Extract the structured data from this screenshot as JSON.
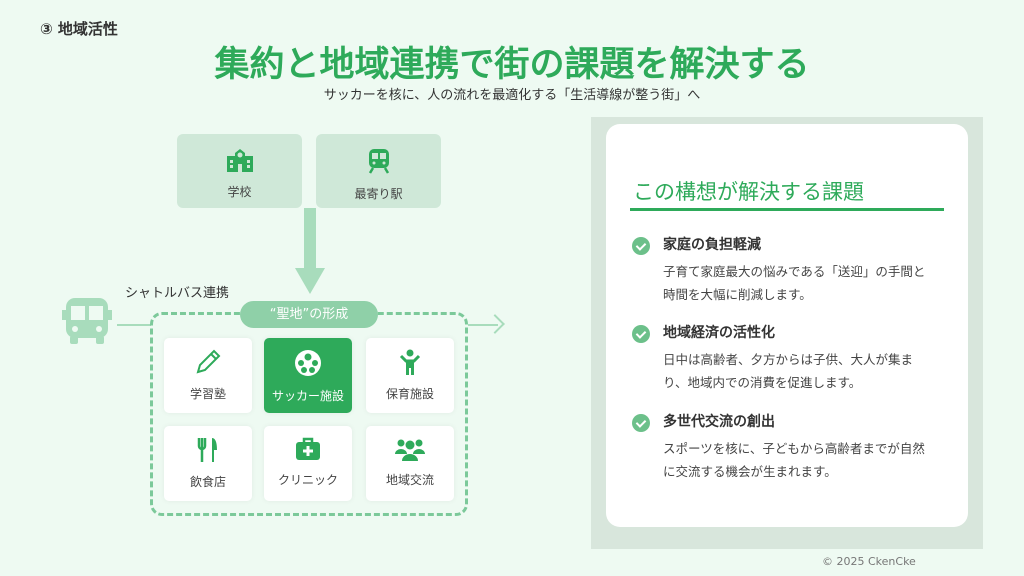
{
  "section": "③ 地域活性",
  "title": "集約と地域連携で街の課題を解決する",
  "subtitle": "サッカーを核に、人の流れを最適化する「生活導線が整う街」へ",
  "top_boxes": [
    {
      "label": "学校",
      "icon": "school-icon"
    },
    {
      "label": "最寄り駅",
      "icon": "train-icon"
    }
  ],
  "shuttle_label": "シャトルバス連携",
  "hub_label": "“聖地”の形成",
  "cells": [
    {
      "label": "学習塾",
      "icon": "pencil-icon"
    },
    {
      "label": "サッカー施設",
      "icon": "soccer-ball-icon",
      "highlight": true
    },
    {
      "label": "保育施設",
      "icon": "child-icon"
    },
    {
      "label": "飲食店",
      "icon": "utensils-icon"
    },
    {
      "label": "クリニック",
      "icon": "medical-kit-icon"
    },
    {
      "label": "地域交流",
      "icon": "people-group-icon"
    }
  ],
  "panel": {
    "title": "この構想が解決する課題",
    "items": [
      {
        "heading": "家庭の負担軽減",
        "body": "子育て家庭最大の悩みである「送迎」の手間と時間を大幅に削減します。"
      },
      {
        "heading": "地域経済の活性化",
        "body": "日中は高齢者、夕方からは子供、大人が集まり、地域内での消費を促進します。"
      },
      {
        "heading": "多世代交流の創出",
        "body": "スポーツを核に、子どもから高齢者までが自然に交流する機会が生まれます。"
      }
    ]
  },
  "footer": "© 2025 CkenCke",
  "colors": {
    "accent": "#2eaa5a",
    "light": "#a8dcbc",
    "bg": "#eefaf2"
  }
}
